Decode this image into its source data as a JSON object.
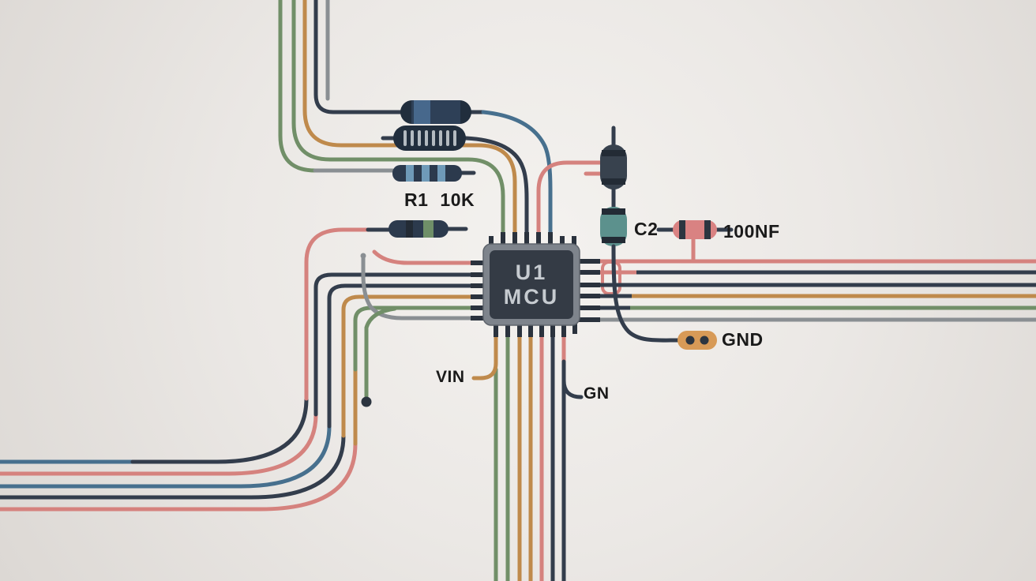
{
  "palette": {
    "navy": "#333d4c",
    "steelblue": "#47708e",
    "pink": "#d5827e",
    "orange": "#bf8a4c",
    "green": "#718f68",
    "gray": "#8a8f93",
    "pin": "#2a323d",
    "teal": "#5c918d",
    "cap_pink": "#d98282",
    "connector_orange": "#d79a57",
    "chip_frame": "#7e848c",
    "chip_edge": "#5f656d",
    "chip_body": "#343b45",
    "chip_text": "#c6cbd0",
    "component_dark": "#2c3a4d",
    "component_mid": "#2e4057",
    "component_darker": "#212e3d",
    "capsule_dark": "#38424e",
    "capsule_band": "#232b35",
    "band_blue": "#47688c",
    "band_lightblue": "#6f9ab8",
    "stripe_light": "#b3bac0",
    "band_green": "#6f8f68",
    "dot": "#2c3540",
    "label": "#1a1a1a"
  },
  "chip": {
    "ref": "U1",
    "name": "MCU"
  },
  "labels": {
    "resistor_ref": "R1",
    "resistor_value": "10K",
    "vin": "VIN",
    "gn": "GN",
    "cap_ref": "C2",
    "cap_value": "100NF",
    "gnd": "GND"
  }
}
